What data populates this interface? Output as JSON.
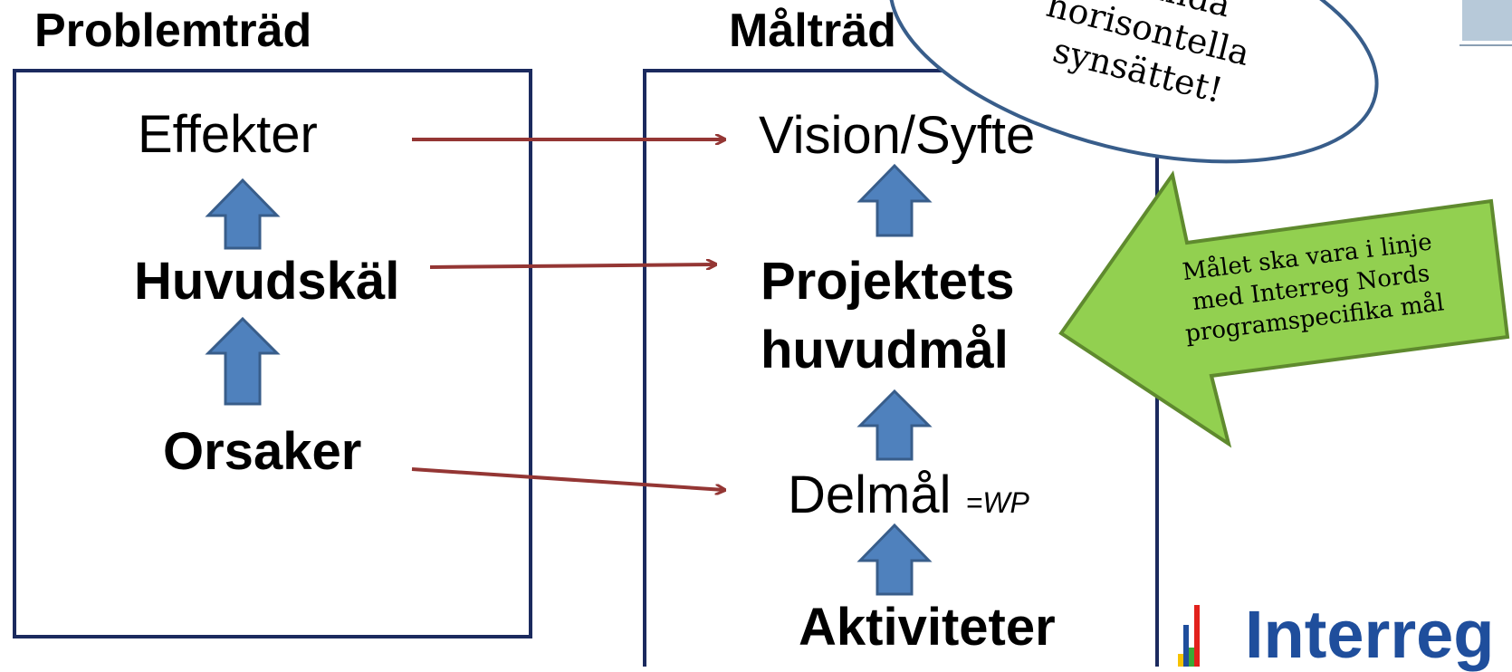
{
  "problem_tree": {
    "title": "Problemträd",
    "effects": "Effekter",
    "main_cause": "Huvudskäl",
    "causes": "Orsaker"
  },
  "goal_tree": {
    "title": "Målträd",
    "vision": "Vision/Syfte",
    "main_goal_line1": "Projektets",
    "main_goal_line2": "huvudmål",
    "sub_goals": "Delmål",
    "sub_goals_note": "=WP",
    "activities": "Aktiviteter"
  },
  "callout": {
    "line1": "använda",
    "line2": "horisontella",
    "line3": "synsättet!"
  },
  "green_arrow": {
    "line1": "Målet ska vara i linje",
    "line2": "med Interreg Nords",
    "line3": "programspecifika mål"
  },
  "logo": {
    "text": "Interreg"
  },
  "colors": {
    "box_border": "#1b2a5e",
    "connector_arrow": "#943634",
    "block_arrow_fill": "#4f81bd",
    "block_arrow_stroke": "#385d8a",
    "green_arrow_fill": "#92d050",
    "green_arrow_stroke": "#5f8a2e",
    "callout_stroke": "#385d8a",
    "logo_text": "#1f4e9c"
  }
}
